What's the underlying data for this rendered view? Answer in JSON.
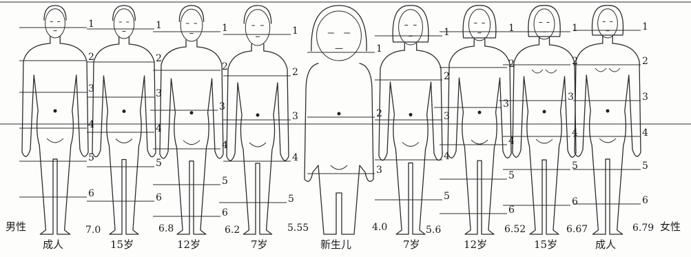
{
  "side_labels": {
    "male": "男性",
    "female": "女性"
  },
  "bottom_labels": [
    "成人",
    "15岁",
    "12岁",
    "7岁",
    "新生儿",
    "7岁",
    "12岁",
    "15岁",
    "成人"
  ],
  "ratios": [
    "7.0",
    "6.8",
    "6.2",
    "5.55",
    "4.0",
    "5.6",
    "6.52",
    "6.67",
    "6.79"
  ],
  "figures": [
    {
      "sex": "male",
      "age": "成人",
      "ratio": 7.0,
      "marks": [
        "1",
        "2",
        "3",
        "4",
        "5",
        "6"
      ]
    },
    {
      "sex": "male",
      "age": "15岁",
      "ratio": 6.8,
      "marks": [
        "1",
        "2",
        "3",
        "4",
        "5",
        "6"
      ]
    },
    {
      "sex": "male",
      "age": "12岁",
      "ratio": 6.2,
      "marks": [
        "1",
        "2",
        "3",
        "4",
        "5",
        "6"
      ]
    },
    {
      "sex": "male",
      "age": "7岁",
      "ratio": 5.55,
      "marks": [
        "1",
        "2",
        "3",
        "4",
        "5"
      ]
    },
    {
      "sex": "both",
      "age": "新生儿",
      "ratio": 4.0,
      "marks": [
        "1",
        "2",
        "3"
      ]
    },
    {
      "sex": "female",
      "age": "7岁",
      "ratio": 5.6,
      "marks": [
        "1",
        "2",
        "3",
        "4",
        "5"
      ]
    },
    {
      "sex": "female",
      "age": "12岁",
      "ratio": 6.52,
      "marks": [
        "1",
        "2",
        "3",
        "4",
        "5",
        "6"
      ]
    },
    {
      "sex": "female",
      "age": "15岁",
      "ratio": 6.67,
      "marks": [
        "1",
        "2",
        "3",
        "4",
        "5",
        "6"
      ]
    },
    {
      "sex": "female",
      "age": "成人",
      "ratio": 6.79,
      "marks": [
        "1",
        "2",
        "3",
        "4",
        "5",
        "6"
      ]
    }
  ]
}
